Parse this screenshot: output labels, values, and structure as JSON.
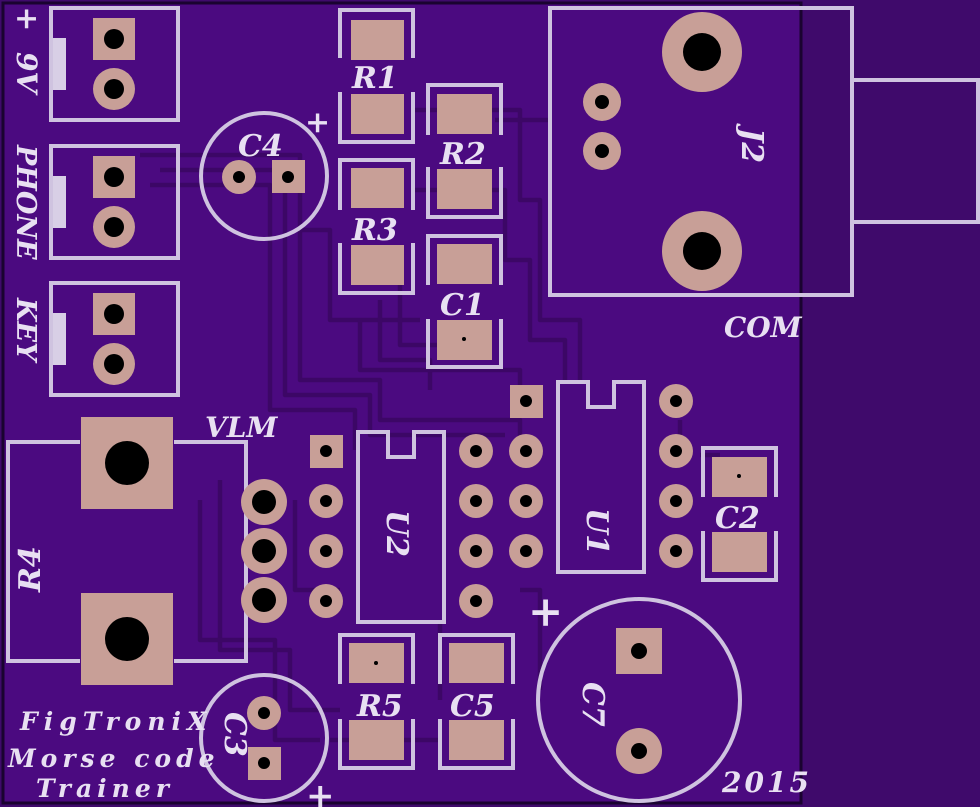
{
  "board": {
    "brand": "FigTroniX",
    "title_line1": "Morse code",
    "title_line2": "Trainer",
    "year": "2015"
  },
  "colors": {
    "soldermask": "#4b0a80",
    "outer_bg": "#3f0a6b",
    "silkscreen": "#cfc3e0",
    "copper_pad": "#c89f97",
    "trace": "#3c0766"
  },
  "terminals": [
    {
      "label": "9V",
      "mark": "+"
    },
    {
      "label": "PHONE"
    },
    {
      "label": "KEY"
    }
  ],
  "components": {
    "c4": "C4",
    "r1": "R1",
    "r2": "R2",
    "r3": "R3",
    "c1": "C1",
    "j2": "J2",
    "com": "COM",
    "vlm": "VLM",
    "r4": "R4",
    "u2": "U2",
    "u1": "U1",
    "c2": "C2",
    "c7": "C7",
    "r5": "R5",
    "c5": "C5",
    "c3": "C3"
  },
  "polarity": {
    "plus": "+"
  }
}
